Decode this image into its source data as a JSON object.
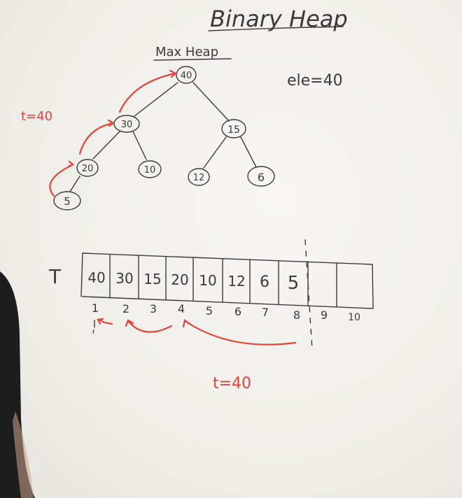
{
  "title": "Binary Heap",
  "subtitle": "Max Heap",
  "element_note": "ele=40",
  "temp_top": "t=40",
  "temp_bottom": "t=40",
  "array_label": "T",
  "tree": {
    "root": "40",
    "n30": "30",
    "n15": "15",
    "n20": "20",
    "n10": "10",
    "n12": "12",
    "n6": "6",
    "n5": "5"
  },
  "array": {
    "cells": [
      "40",
      "30",
      "15",
      "20",
      "10",
      "12",
      "6",
      "5",
      "",
      ""
    ],
    "indices": [
      "1",
      "2",
      "3",
      "4",
      "5",
      "6",
      "7",
      "8",
      "9",
      "10"
    ]
  },
  "colors": {
    "ink": "#3b3b3b",
    "red_marker": "#e0453d",
    "board": "#f1f0ec"
  }
}
